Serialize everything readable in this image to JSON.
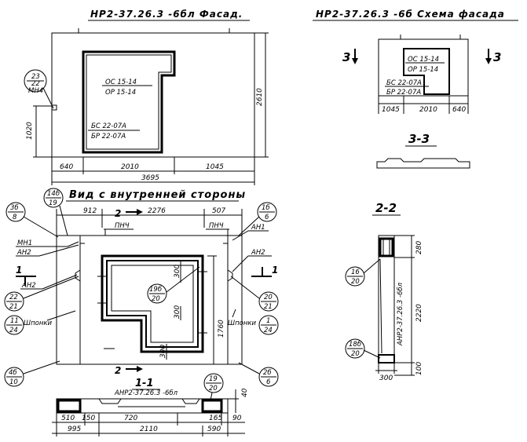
{
  "titles": {
    "facade": "НР2-37.26.3 -6бл Фасад.",
    "scheme": "НР2-37.26.3 -6б Схема фасада",
    "inner": "Вид с внутренней стороны",
    "section_33": "3-3",
    "section_22": "2-2",
    "section_11": "1-1"
  },
  "facade": {
    "window_top": [
      "ОС 15-14",
      "ОР 15-14"
    ],
    "window_bottom": [
      "БС 22-07А",
      "БР 22-07А"
    ],
    "callout": [
      "23",
      "22",
      "МН4"
    ],
    "dims_bottom": [
      "640",
      "2010",
      "1045"
    ],
    "dim_total": "3695",
    "dim_height": "2610",
    "dim_left": "1020"
  },
  "scheme": {
    "window_top": [
      "ОС 15-14",
      "ОР 15-14"
    ],
    "window_bottom": [
      "БС 22-07А",
      "БР 22-07А"
    ],
    "cut_mark": "3",
    "dims_bottom": [
      "1045",
      "2010",
      "640"
    ]
  },
  "inner": {
    "dims_top": [
      "912",
      "2276",
      "507"
    ],
    "pnch": "ПНЧ",
    "cut_top": "2",
    "cut_bottom": "2",
    "cut_left": "1",
    "cut_right": "1",
    "labels": {
      "mn1": "МН1",
      "an2_left": "АН2",
      "an2_low": "АН2",
      "an1": "АН1",
      "an2_right": "АН2",
      "shponki_left": "Шпонки",
      "shponki_right": "Шпонки"
    },
    "callouts": {
      "c14": [
        "14б",
        "19"
      ],
      "c36": [
        "3б",
        "8"
      ],
      "c16": [
        "1б",
        "6"
      ],
      "c22": [
        "22",
        "21"
      ],
      "c11": [
        "11",
        "24"
      ],
      "c48": [
        "4б",
        "10"
      ],
      "c19": [
        "19б",
        "20"
      ],
      "c20": [
        "20",
        "21"
      ],
      "c1r": [
        "1",
        "24"
      ],
      "c26": [
        "2б",
        "6"
      ]
    },
    "dims_inner": [
      "300",
      "300",
      "300"
    ],
    "dim_height": "1760"
  },
  "section_11": {
    "mark": "АНР2-37.26.3 -6бл",
    "callout": [
      "19",
      "20"
    ],
    "dims_row1": [
      "510",
      "150",
      "720",
      "165",
      "90"
    ],
    "dims_row2": [
      "995",
      "2110",
      "590"
    ],
    "dim_side": "40"
  },
  "section_22": {
    "callout_top": [
      "16",
      "20"
    ],
    "callout_bottom": [
      "18б",
      "20"
    ],
    "mark": "АНР2-37.26.3 -6бл",
    "dims_right": [
      "280",
      "2220",
      "100"
    ],
    "dim_bottom": "300"
  }
}
